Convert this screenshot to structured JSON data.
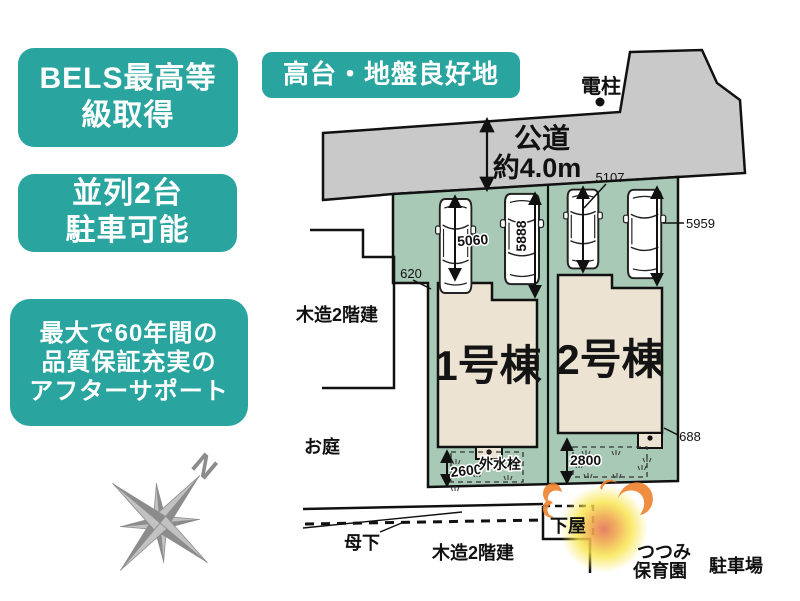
{
  "badges": {
    "bels": {
      "lines": [
        "BELS最高等",
        "級取得"
      ]
    },
    "parking": {
      "lines": [
        "並列2台",
        "駐車可能"
      ]
    },
    "support": {
      "lines": [
        "最大で60年間の",
        "品質保証充実の",
        "アフターサポート"
      ]
    },
    "ground": {
      "label": "高台・地盤良好地"
    }
  },
  "plan": {
    "road": {
      "name": "公道",
      "width_label": "約4.0m"
    },
    "utility_pole_label": "電柱",
    "buildings": [
      {
        "label": "1号棟"
      },
      {
        "label": "2号棟"
      }
    ],
    "dimensions": {
      "d5107": "5107",
      "d5959": "5959",
      "d5060": "5060",
      "d5888": "5888",
      "d620": "620",
      "d688": "688",
      "d2600": "2600",
      "d2800": "2800"
    },
    "labels": {
      "wood2f_top": "木造2階建",
      "garden": "お庭",
      "faucet": "外水栓",
      "lower_roof": "下屋",
      "haha": "母下",
      "wood2f_bottom": "木造2階建",
      "nursery_line1": "つつみ",
      "nursery_line2": "保育園",
      "parking_lot": "駐車場"
    },
    "compass_north": "N"
  },
  "colors": {
    "teal": "#29a49e",
    "road_gray": "#c9c9c9",
    "lot_green": "#a8c9b6",
    "building_beige": "#ece3d2",
    "flame_orange": "#ee8430",
    "compass_gray": "#8c8c8c"
  }
}
